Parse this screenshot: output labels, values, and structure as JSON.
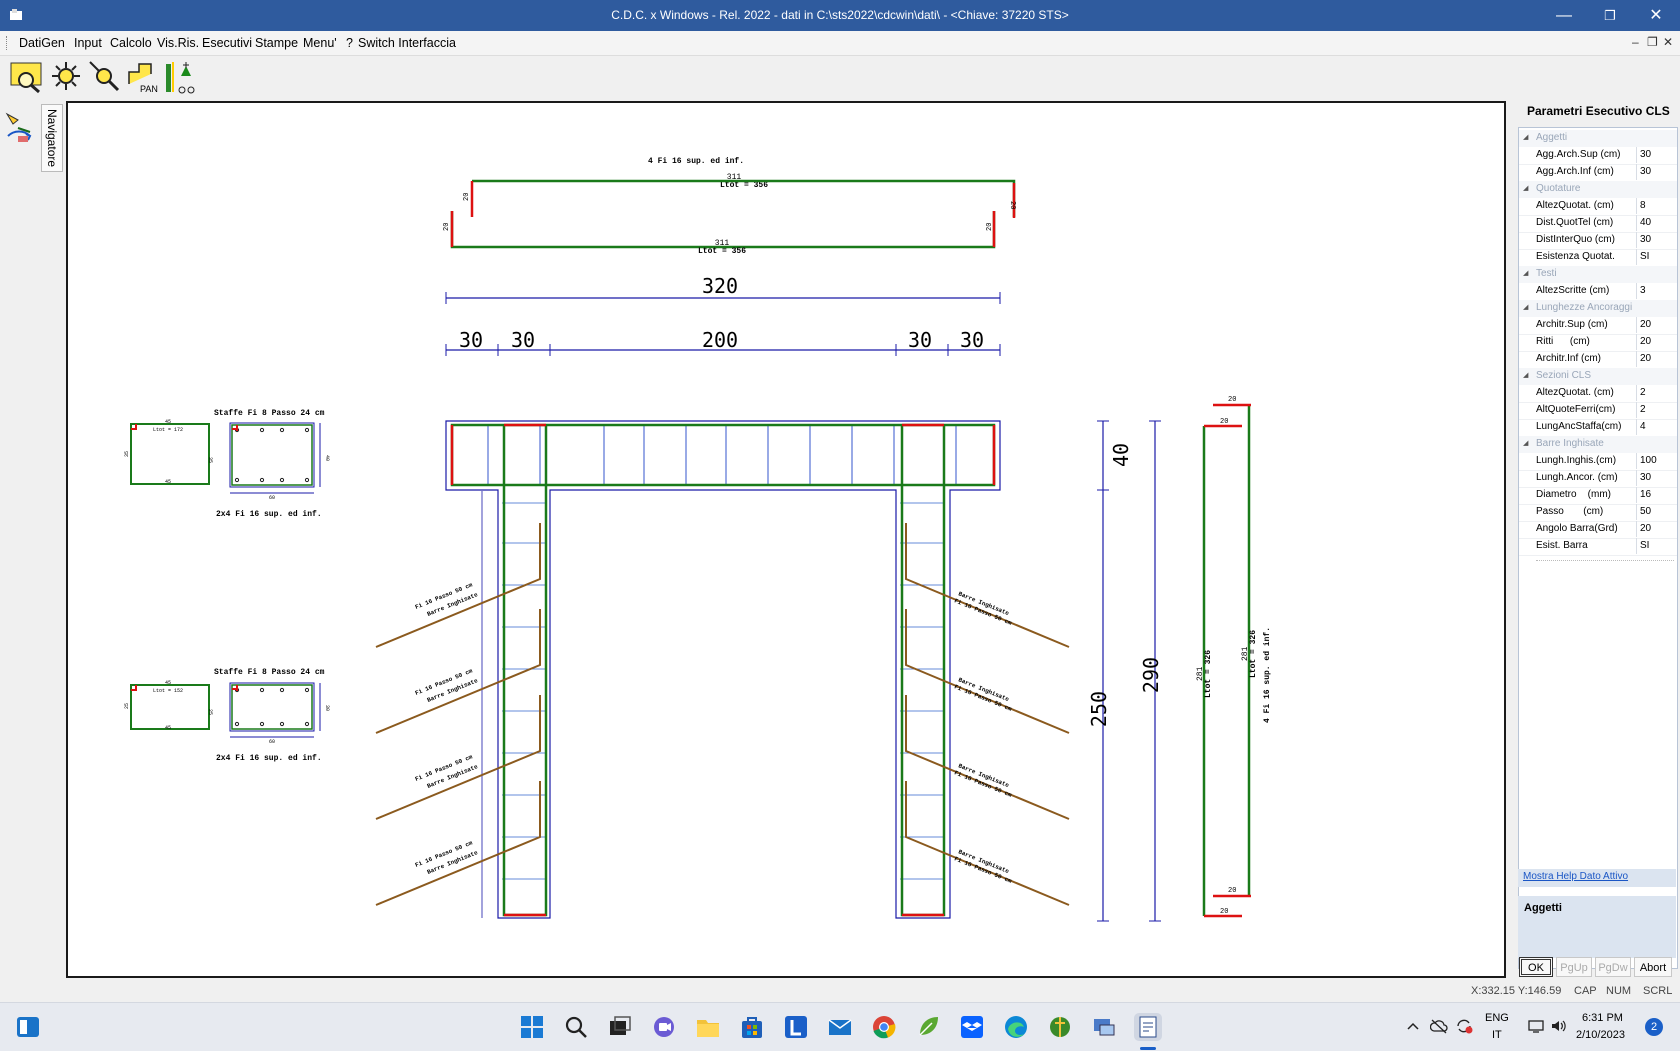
{
  "window": {
    "title": "C.D.C. x Windows - Rel. 2022 - dati in C:\\sts2022\\cdcwin\\dati\\ - <Chiave: 37220 STS>"
  },
  "menu": [
    "DatiGen",
    "Input",
    "Calcolo",
    "Vis.Ris.",
    "Esecutivi",
    "Stampe",
    "Menu'",
    "?",
    "Switch Interfaccia"
  ],
  "toolbar": {
    "pan_label": "PAN"
  },
  "navigator": {
    "label": "Navigatore"
  },
  "drawing": {
    "top_bar_label": "4 Fi 16 sup. ed inf.",
    "top_len_1": "311",
    "top_ltot_1": "Ltot = 356",
    "top_len_2": "311",
    "top_ltot_2": "Ltot = 356",
    "hook_len": "20",
    "dim_total": "320",
    "dim_segments": [
      "30",
      "30",
      "200",
      "30",
      "30"
    ],
    "section1_title": "Staffe Fi 8 Passo 24 cm",
    "section1_bars": "2x4 Fi 16 sup. ed inf.",
    "section1_ltot": "Ltot = 172",
    "section1_dims": [
      "45",
      "35",
      "45",
      "35",
      "60",
      "40"
    ],
    "section2_title": "Staffe Fi 8 Passo 24 cm",
    "section2_bars": "2x4 Fi 16 sup. ed inf.",
    "section2_ltot": "Ltot = 152",
    "section2_dims": [
      "45",
      "25",
      "45",
      "25",
      "60",
      "30"
    ],
    "incline_left": [
      "Fi 16 Passo 50 cm",
      "Barre Inghisate"
    ],
    "incline_right": [
      "Barre Inghisate",
      "Fi 16 Passo 50 cm"
    ],
    "dim_vert": [
      "40",
      "250",
      "290"
    ],
    "column_label": "4 Fi 16 sup. ed inf.",
    "column_len": "281",
    "column_ltot": "Ltot = 326"
  },
  "panel": {
    "title": "Parametri Esecutivo CLS",
    "groups": [
      {
        "name": "Aggetti",
        "rows": [
          [
            "Agg.Arch.Sup (cm)",
            "30"
          ],
          [
            "Agg.Arch.Inf (cm)",
            "30"
          ]
        ]
      },
      {
        "name": "Quotature",
        "rows": [
          [
            "AltezQuotat. (cm)",
            "8"
          ],
          [
            "Dist.QuotTel (cm)",
            "40"
          ],
          [
            "DistInterQuo (cm)",
            "30"
          ],
          [
            "Esistenza Quotat.",
            "SI"
          ]
        ]
      },
      {
        "name": "Testi",
        "rows": [
          [
            "AltezScritte (cm)",
            "3"
          ]
        ]
      },
      {
        "name": "Lunghezze Ancoraggi",
        "rows": [
          [
            "Architr.Sup (cm)",
            "20"
          ],
          [
            "Ritti      (cm)",
            "20"
          ],
          [
            "Architr.Inf (cm)",
            "20"
          ]
        ]
      },
      {
        "name": "Sezioni CLS",
        "rows": [
          [
            "AltezQuotat. (cm)",
            "2"
          ],
          [
            "AltQuoteFerri(cm)",
            "2"
          ],
          [
            "LungAncStaffa(cm)",
            "4"
          ]
        ]
      },
      {
        "name": "Barre Inghisate",
        "rows": [
          [
            "Lungh.Inghis.(cm)",
            "100"
          ],
          [
            "Lungh.Ancor. (cm)",
            "30"
          ],
          [
            "Diametro    (mm)",
            "16"
          ],
          [
            "Passo       (cm)",
            "50"
          ],
          [
            "Angolo Barra(Grd)",
            "20"
          ],
          [
            "Esist. Barra",
            "SI"
          ]
        ]
      }
    ],
    "help_link": "Mostra Help Dato Attivo",
    "desc": "Aggetti",
    "buttons": {
      "ok": "OK",
      "pgup": "PgUp",
      "pgdw": "PgDw",
      "abort": "Abort"
    }
  },
  "status": {
    "coords": "X:332.15 Y:146.59",
    "cap": "CAP",
    "num": "NUM",
    "scrl": "SCRL"
  },
  "taskbar": {
    "lang1": "ENG",
    "lang2": "IT",
    "time": "6:31 PM",
    "date": "2/10/2023",
    "badge": "2"
  },
  "colors": {
    "titlebar": "#2f5b9e",
    "rebar": "#1a7a1a",
    "hook": "#dd1111",
    "dim": "#1a1aa8",
    "grid_blue": "#3366cc",
    "anchor": "#8b5a1e"
  }
}
